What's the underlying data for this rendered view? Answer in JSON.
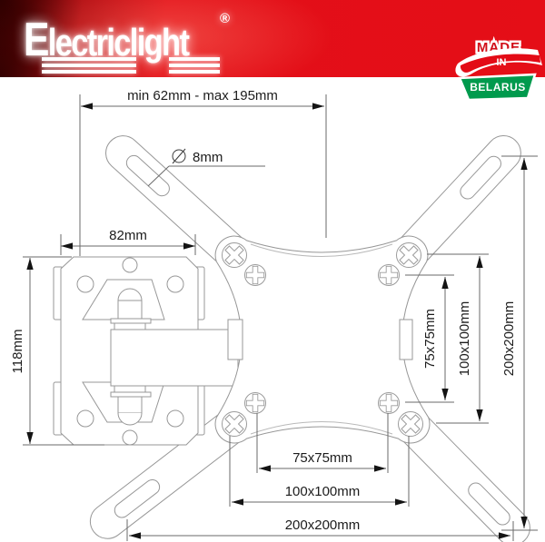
{
  "brand": {
    "name": "Electriclight",
    "registered": "®"
  },
  "badge": {
    "made": "MADE",
    "in": "IN",
    "belarus": "BELARUS"
  },
  "dims": {
    "top_span": "min 62mm - max 195mm",
    "hole_diameter": "8mm",
    "plate_width": "82mm",
    "plate_height": "118mm",
    "right": {
      "vesa75": "75x75mm",
      "vesa100": "100x100mm",
      "vesa200": "200x200mm"
    },
    "bottom": {
      "vesa75": "75x75mm",
      "vesa100": "100x100mm",
      "vesa200": "200x200mm"
    }
  },
  "colors": {
    "banner_red": "#e30b16",
    "badge_green": "#009a4d",
    "outline_gray": "#979797",
    "dim_line": "#6a6a6a",
    "text_dark": "#1c1c1c"
  }
}
